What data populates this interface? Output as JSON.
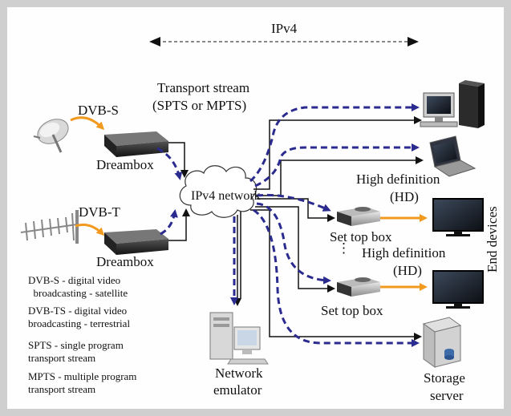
{
  "top_label": "IPv4",
  "transport_stream": {
    "line1": "Transport stream",
    "line2": "(SPTS or MPTS)"
  },
  "dvbs_label": "DVB-S",
  "dvbt_label": "DVB-T",
  "dreambox_top_label": "Dreambox",
  "dreambox_bottom_label": "Dreambox",
  "cloud_label": "IPv4 network",
  "hd_top": {
    "line1": "High definition",
    "line2": "(HD)"
  },
  "hd_bottom": {
    "line1": "High definition",
    "line2": "(HD)"
  },
  "stb_top_label": "Set top box",
  "stb_bottom_label": "Set top box",
  "ellipsis": "⋮",
  "end_devices_label": "End devices",
  "emulator": {
    "line1": "Network",
    "line2": "emulator"
  },
  "storage": {
    "line1": "Storage",
    "line2": "server"
  },
  "legend": [
    "DVB-S - digital video\n  broadcasting - satellite",
    "DVB-TS - digital video\nbroadcasting - terrestrial",
    "SPTS - single program\ntransport stream",
    "MPTS - multiple program\ntransport stream"
  ],
  "colors": {
    "dashed_arrow": "#2a2a8f",
    "signal_arrow": "#f29a1f",
    "wire": "#111111",
    "frame": "#cfcfcf"
  }
}
